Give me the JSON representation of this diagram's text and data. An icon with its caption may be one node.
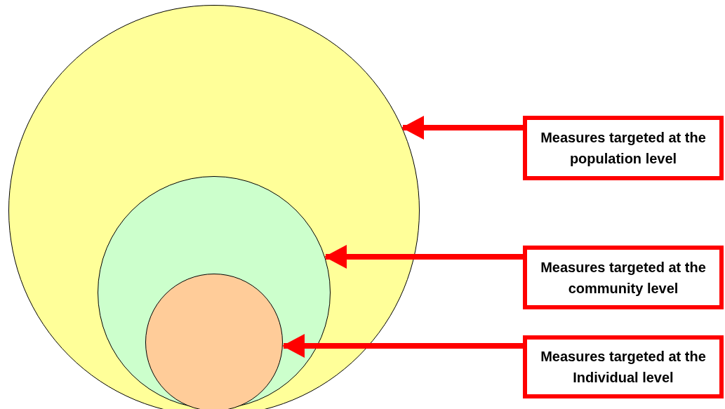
{
  "diagram": {
    "nodes": [
      {
        "text": [],
        "shape": "circle"
      },
      {
        "text": [],
        "shape": "circle",
        "in": 0
      },
      {
        "text": [],
        "shape": "circle",
        "in": 1
      },
      {
        "text": [
          "Measures targeted at the population level"
        ]
      },
      {
        "text": [
          "Measures targeted at the community level"
        ]
      },
      {
        "text": [
          "Measures targeted at the Individual level"
        ]
      }
    ],
    "edges": [
      {
        "from": 3,
        "to": 0,
        "arrow": "to"
      },
      {
        "from": 4,
        "to": 1,
        "arrow": "to"
      },
      {
        "from": 5,
        "to": 2,
        "arrow": "to"
      }
    ]
  }
}
